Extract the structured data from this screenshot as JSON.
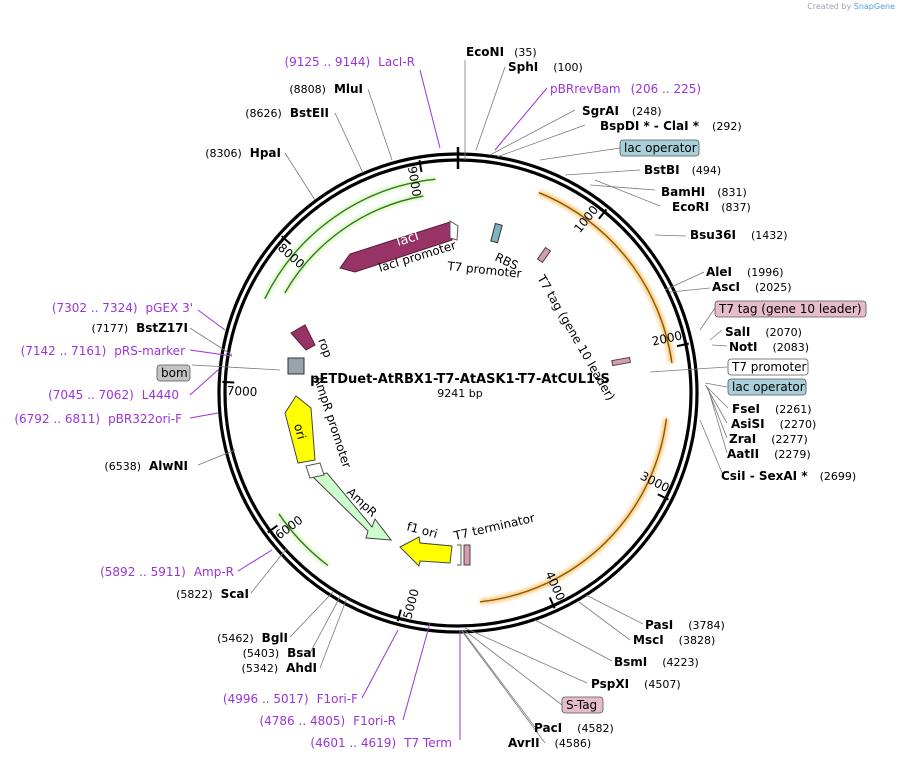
{
  "credit": {
    "prefix": "Created by",
    "brand": "SnapGene"
  },
  "plasmid": {
    "name": "pETDuet-AtRBX1-T7-AtASK1-T7-AtCUL1-S",
    "length_label": "9241 bp",
    "length": 9241
  },
  "ticks": [
    "1000",
    "2000",
    "3000",
    "4000",
    "5000",
    "6000",
    "7000",
    "8000",
    "9000"
  ],
  "sites": [
    {
      "name": "EcoNI",
      "pos": "(35)"
    },
    {
      "name": "SphI",
      "pos": "(100)"
    },
    {
      "name": "SgrAI",
      "pos": "(248)"
    },
    {
      "name": "BspDI * - ClaI *",
      "pos": "(292)"
    },
    {
      "name": "BstBI",
      "pos": "(494)"
    },
    {
      "name": "BamHI",
      "pos": "(831)"
    },
    {
      "name": "EcoRI",
      "pos": "(837)"
    },
    {
      "name": "Bsu36I",
      "pos": "(1432)"
    },
    {
      "name": "AleI",
      "pos": "(1996)"
    },
    {
      "name": "AscI",
      "pos": "(2025)"
    },
    {
      "name": "SalI",
      "pos": "(2070)"
    },
    {
      "name": "NotI",
      "pos": "(2083)"
    },
    {
      "name": "FseI",
      "pos": "(2261)"
    },
    {
      "name": "AsiSI",
      "pos": "(2270)"
    },
    {
      "name": "ZraI",
      "pos": "(2277)"
    },
    {
      "name": "AatII",
      "pos": "(2279)"
    },
    {
      "name": "CsiI - SexAI *",
      "pos": "(2699)"
    },
    {
      "name": "PasI",
      "pos": "(3784)"
    },
    {
      "name": "MscI",
      "pos": "(3828)"
    },
    {
      "name": "BsmI",
      "pos": "(4223)"
    },
    {
      "name": "PspXI",
      "pos": "(4507)"
    },
    {
      "name": "PacI",
      "pos": "(4582)"
    },
    {
      "name": "AvrII",
      "pos": "(4586)"
    },
    {
      "name": "AhdI",
      "pos": "(5342)"
    },
    {
      "name": "BsaI",
      "pos": "(5403)"
    },
    {
      "name": "BglI",
      "pos": "(5462)"
    },
    {
      "name": "ScaI",
      "pos": "(5822)"
    },
    {
      "name": "AlwNI",
      "pos": "(6538)"
    },
    {
      "name": "BstZ17I",
      "pos": "(7177)"
    },
    {
      "name": "HpaI",
      "pos": "(8306)"
    },
    {
      "name": "BstEII",
      "pos": "(8626)"
    },
    {
      "name": "MluI",
      "pos": "(8808)"
    }
  ],
  "primers": [
    {
      "range": "(9125 .. 9144)",
      "name": "LacI-R"
    },
    {
      "range": "(206 .. 225)",
      "name": "pBRrevBam"
    },
    {
      "range": "(7302 .. 7324)",
      "name": "pGEX 3'"
    },
    {
      "range": "(7142 .. 7161)",
      "name": "pRS-marker"
    },
    {
      "range": "(7045 .. 7062)",
      "name": "L4440"
    },
    {
      "range": "(6792 .. 6811)",
      "name": "pBR322ori-F"
    },
    {
      "range": "(5892 .. 5911)",
      "name": "Amp-R"
    },
    {
      "range": "(4996 .. 5017)",
      "name": "F1ori-F"
    },
    {
      "range": "(4786 .. 4805)",
      "name": "F1ori-R"
    },
    {
      "range": "(4601 .. 4619)",
      "name": "T7 Term"
    }
  ],
  "boxed": [
    {
      "text": "lac operator",
      "color": "#a7d0da"
    },
    {
      "text": "T7 tag (gene 10 leader)",
      "color": "#e6bccb"
    },
    {
      "text": "T7 promoter",
      "color": "#ffffff"
    },
    {
      "text": "lac operator",
      "color": "#a7d0da"
    },
    {
      "text": "S-Tag",
      "color": "#e6bccb"
    },
    {
      "text": "bom",
      "color": "#c4c4c4"
    }
  ],
  "features": {
    "lacI": "lacI",
    "lacI_promoter": "lacI promoter",
    "rbs": "RBS",
    "t7_promoter": "T7 promoter",
    "t7_tag": "T7 tag (gene 10 leader)",
    "rop": "rop",
    "ampr_promoter": "AmpR promoter",
    "ampr": "AmpR",
    "ori": "ori",
    "f1_ori": "f1 ori",
    "t7_terminator": "T7 terminator"
  },
  "colors": {
    "lacI": "#983366",
    "ampr": "#ccffcc",
    "ori": "#ffff00",
    "rop": "#983366",
    "orf_arc": "#f5a623",
    "green_arc": "#2e7d1a",
    "primer": "#9b34d6",
    "backbone": "#000000"
  }
}
